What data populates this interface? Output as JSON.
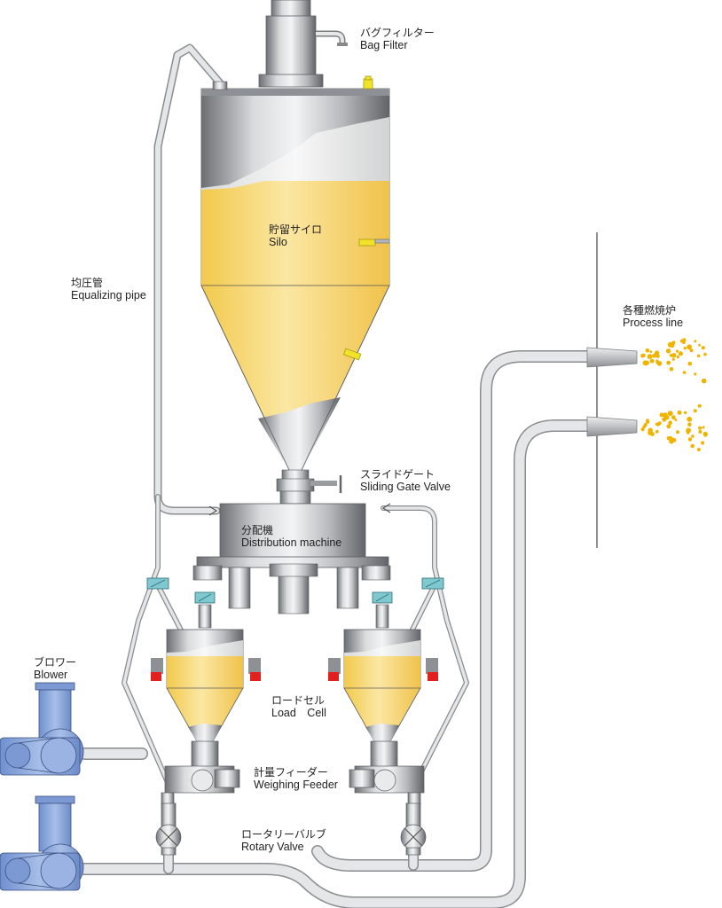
{
  "labels": {
    "bag_filter": {
      "ja": "バグフィルター",
      "en": "Bag Filter"
    },
    "silo": {
      "ja": "貯留サイロ",
      "en": "Silo"
    },
    "equalizing_pipe": {
      "ja": "均圧管",
      "en": "Equalizing pipe"
    },
    "process_line": {
      "ja": "各種燃焼炉",
      "en": "Process line"
    },
    "sliding_gate": {
      "ja": "スライドゲート",
      "en": "Sliding Gate Valve"
    },
    "distribution": {
      "ja": "分配機",
      "en": "Distribution machine"
    },
    "blower": {
      "ja": "ブロワー",
      "en": "Blower"
    },
    "load_cell": {
      "ja": "ロードセル",
      "en": "Load　Cell"
    },
    "weighing_feeder": {
      "ja": "計量フィーダー",
      "en": "Weighing Feeder"
    },
    "rotary_valve": {
      "ja": "ロータリーバルブ",
      "en": "Rotary Valve"
    }
  },
  "colors": {
    "powder": "#f7d466",
    "steel": "#a9abae",
    "steel_dark": "#6f7276",
    "pipe": "#d3d6d9",
    "blower": "#8ea9dd",
    "valve_teal": "#7fc8d0",
    "load_cell_red": "#e1201f",
    "level_sensor": "#f1e22a",
    "flame": "#f0b400"
  }
}
